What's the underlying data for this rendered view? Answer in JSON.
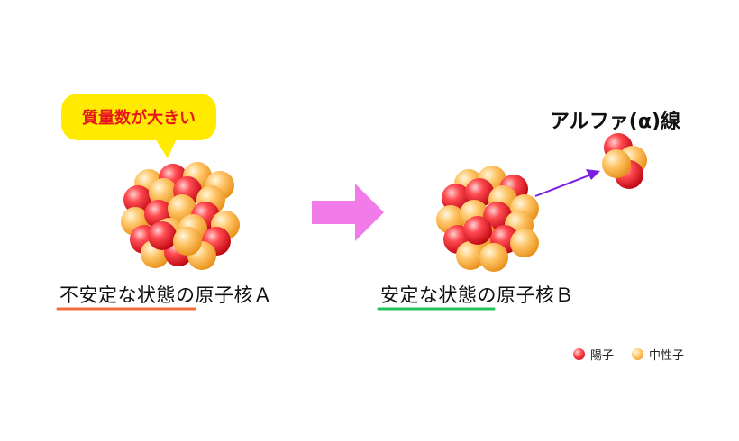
{
  "bubble": {
    "text": "質量数が大きい"
  },
  "nucleus_a": {
    "label": "不安定な状態の原子核Ａ"
  },
  "nucleus_b": {
    "label": "安定な状態の原子核Ｂ"
  },
  "alpha": {
    "label": "アルファ(α)線"
  },
  "legend": {
    "proton": "陽子",
    "neutron": "中性子"
  },
  "colors": {
    "proton": "#e8131f",
    "neutron": "#f6b13e",
    "bubble": "#ffea00",
    "bubble_text": "#e8161c",
    "arrow_big": "#f07be9",
    "arrow_small": "#7a1fe0",
    "underline_a": "#f26b3a",
    "underline_b": "#22c35a"
  }
}
